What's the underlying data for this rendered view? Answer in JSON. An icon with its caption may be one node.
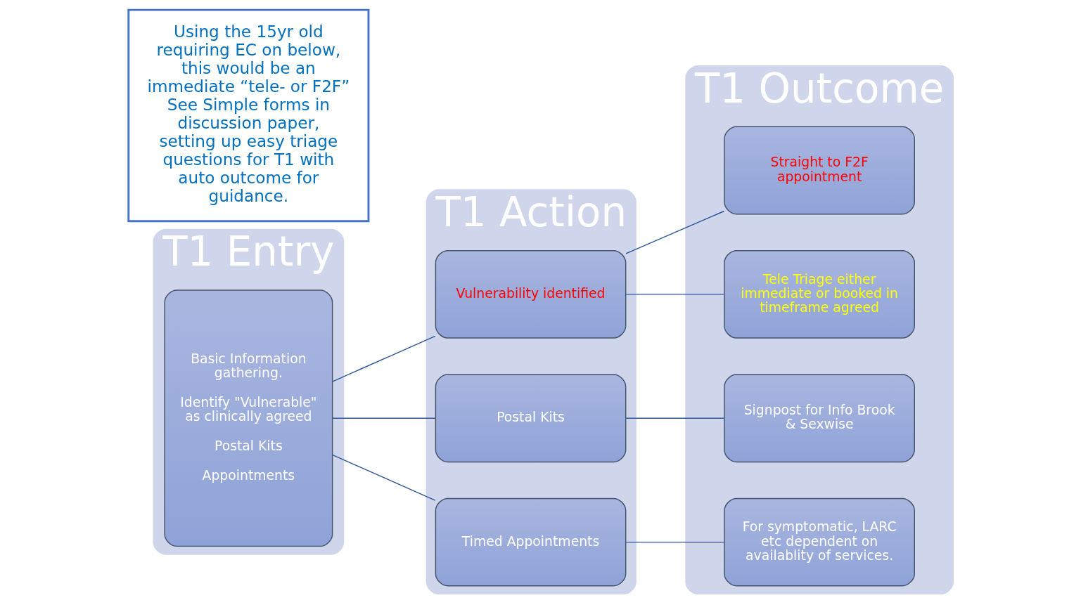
{
  "diagram": {
    "nodes": [
      {
        "text": [
          "T1 Entry"
        ]
      },
      {
        "text": [
          "T1 Action"
        ]
      },
      {
        "text": [
          "T1 Outcome"
        ]
      },
      {
        "text": [
          "Basic Information gathering.",
          "Identify \"Vulnerable\" as clinically agreed",
          "Postal Kits",
          "Appointments"
        ],
        "in": 0
      },
      {
        "text": [
          "Vulnerability identified"
        ],
        "in": 1
      },
      {
        "text": [
          "Postal Kits"
        ],
        "in": 1
      },
      {
        "text": [
          "Timed Appointments"
        ],
        "in": 1
      },
      {
        "text": [
          "Straight to F2F appointment"
        ],
        "in": 2
      },
      {
        "text": [
          "Tele Triage either immediate or booked in timeframe agreed"
        ],
        "in": 2
      },
      {
        "text": [
          "Signpost for Info Brook & Sexwise"
        ],
        "in": 2
      },
      {
        "text": [
          "For symptomatic, LARC etc dependent on availablity of services."
        ],
        "in": 2
      },
      {
        "text": [
          "Using the 15yr old requiring EC on below, this would be an immediate “tele- or F2F” See Simple forms in discussion paper, setting up easy triage questions for T1 with auto outcome for guidance."
        ]
      }
    ],
    "edges": [
      {
        "from": 3,
        "to": 4,
        "arrow": "none"
      },
      {
        "from": 3,
        "to": 5,
        "arrow": "none"
      },
      {
        "from": 3,
        "to": 6,
        "arrow": "none"
      },
      {
        "from": 4,
        "to": 7,
        "arrow": "none"
      },
      {
        "from": 4,
        "to": 8,
        "arrow": "none"
      },
      {
        "from": 5,
        "to": 9,
        "arrow": "none"
      },
      {
        "from": 6,
        "to": 10,
        "arrow": "none"
      }
    ]
  }
}
